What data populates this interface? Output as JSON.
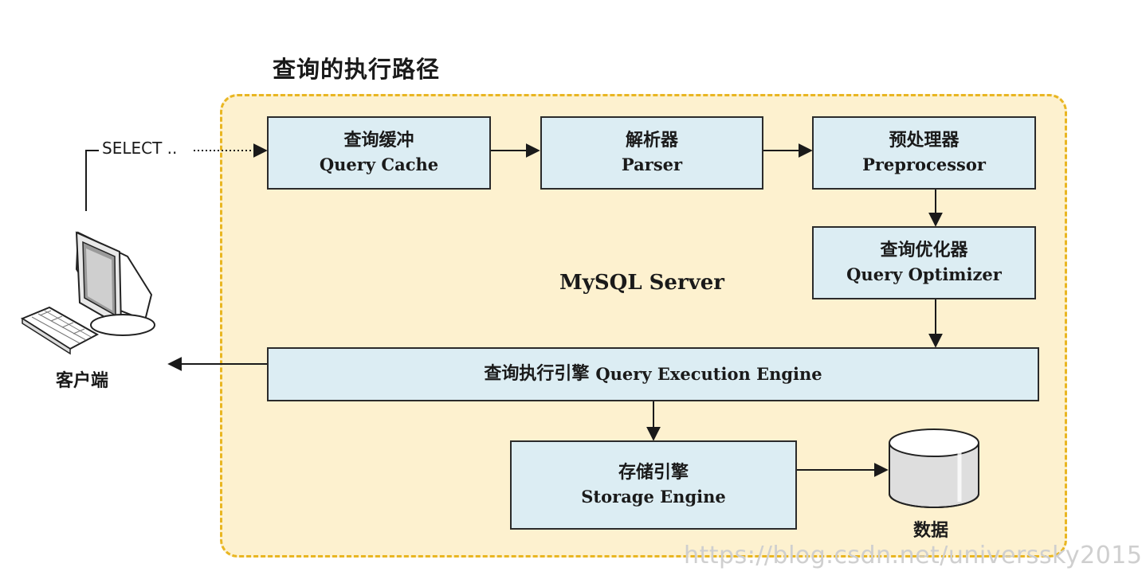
{
  "title": "查询的执行路径",
  "server": {
    "label": "MySQL Server"
  },
  "client": {
    "label": "客户端",
    "query": "SELECT .."
  },
  "nodes": {
    "query_cache": {
      "zh": "查询缓冲",
      "en": "Query Cache"
    },
    "parser": {
      "zh": "解析器",
      "en": "Parser"
    },
    "preprocessor": {
      "zh": "预处理器",
      "en": "Preprocessor"
    },
    "optimizer": {
      "zh": "查询优化器",
      "en": "Query Optimizer"
    },
    "execution_engine": {
      "zh": "查询执行引擎",
      "en": "Query Execution Engine"
    },
    "storage_engine": {
      "zh": "存储引擎",
      "en": "Storage Engine"
    }
  },
  "data_store": {
    "label": "数据"
  },
  "watermark": "https://blog.csdn.net/universsky2015",
  "colors": {
    "server_fill": "#fdf1cf",
    "server_border": "#e9b622",
    "node_fill": "#dcedf3",
    "node_border": "#2b2b2b"
  }
}
